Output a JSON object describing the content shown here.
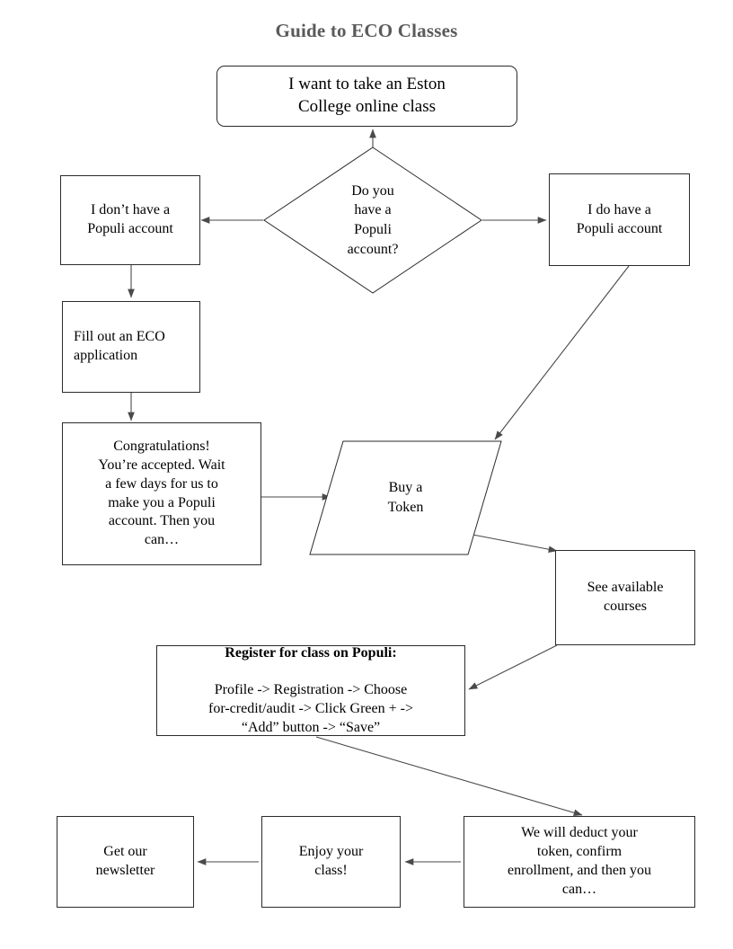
{
  "title": "Guide to ECO Classes",
  "nodes": {
    "start": {
      "label": "I want to take an Eston\nCollege online class",
      "shape": "rounded-rectangle"
    },
    "decision": {
      "label": "Do you\nhave a\nPopuli\naccount?",
      "shape": "diamond"
    },
    "no_account": {
      "label": "I don’t have a\nPopuli account",
      "shape": "rectangle"
    },
    "yes_account": {
      "label": "I do have a\nPopuli account",
      "shape": "rectangle"
    },
    "application": {
      "label": "Fill out an ECO\napplication",
      "shape": "rectangle"
    },
    "congrats": {
      "label": "Congratulations!\nYou’re accepted. Wait\na few days for us to\nmake you a Populi\naccount. Then you\ncan…",
      "shape": "rectangle"
    },
    "buy_token": {
      "label": "Buy a\nToken",
      "shape": "parallelogram"
    },
    "see_courses": {
      "label": "See available\ncourses",
      "shape": "rectangle"
    },
    "register": {
      "heading": "Register for class on Populi:",
      "body": "Profile -> Registration -> Choose\nfor-credit/audit -> Click Green + ->\n“Add” button -> “Save”",
      "shape": "rectangle"
    },
    "deduct": {
      "label": "We will deduct your\ntoken, confirm\nenrollment, and then you\ncan…",
      "shape": "rectangle"
    },
    "enjoy": {
      "label": "Enjoy your\nclass!",
      "shape": "rectangle"
    },
    "newsletter": {
      "label": "Get our\nnewsletter",
      "shape": "rectangle"
    }
  },
  "colors": {
    "title": "#5a5a5a",
    "node_border": "#2b2b2b",
    "edge": "#4a4a4a",
    "text": "#000000",
    "background": "#ffffff"
  },
  "chart_data": {
    "type": "diagram",
    "diagram_kind": "flowchart",
    "title": "Guide to ECO Classes",
    "nodes": [
      {
        "id": "start",
        "text": "I want to take an Eston College online class",
        "shape": "rounded-rectangle"
      },
      {
        "id": "decision",
        "text": "Do you have a Populi account?",
        "shape": "diamond"
      },
      {
        "id": "no_account",
        "text": "I don’t have a Populi account",
        "shape": "rectangle"
      },
      {
        "id": "yes_account",
        "text": "I do have a Populi account",
        "shape": "rectangle"
      },
      {
        "id": "application",
        "text": "Fill out an ECO application",
        "shape": "rectangle"
      },
      {
        "id": "congrats",
        "text": "Congratulations! You’re accepted. Wait a few days for us to make you a Populi account. Then you can…",
        "shape": "rectangle"
      },
      {
        "id": "buy_token",
        "text": "Buy a Token",
        "shape": "parallelogram"
      },
      {
        "id": "see_courses",
        "text": "See available courses",
        "shape": "rectangle"
      },
      {
        "id": "register",
        "text": "Register for class on Populi: Profile -> Registration -> Choose for-credit/audit -> Click Green + -> “Add” button -> “Save”",
        "shape": "rectangle"
      },
      {
        "id": "deduct",
        "text": "We will deduct your token, confirm enrollment, and then you can…",
        "shape": "rectangle"
      },
      {
        "id": "enjoy",
        "text": "Enjoy your class!",
        "shape": "rectangle"
      },
      {
        "id": "newsletter",
        "text": "Get our newsletter",
        "shape": "rectangle"
      }
    ],
    "edges": [
      {
        "from": "decision",
        "to": "start",
        "label": ""
      },
      {
        "from": "decision",
        "to": "no_account",
        "label": ""
      },
      {
        "from": "decision",
        "to": "yes_account",
        "label": ""
      },
      {
        "from": "no_account",
        "to": "application",
        "label": ""
      },
      {
        "from": "application",
        "to": "congrats",
        "label": ""
      },
      {
        "from": "congrats",
        "to": "buy_token",
        "label": ""
      },
      {
        "from": "yes_account",
        "to": "buy_token",
        "label": ""
      },
      {
        "from": "buy_token",
        "to": "see_courses",
        "label": ""
      },
      {
        "from": "see_courses",
        "to": "register",
        "label": ""
      },
      {
        "from": "register",
        "to": "deduct",
        "label": ""
      },
      {
        "from": "deduct",
        "to": "enjoy",
        "label": ""
      },
      {
        "from": "enjoy",
        "to": "newsletter",
        "label": ""
      }
    ]
  }
}
